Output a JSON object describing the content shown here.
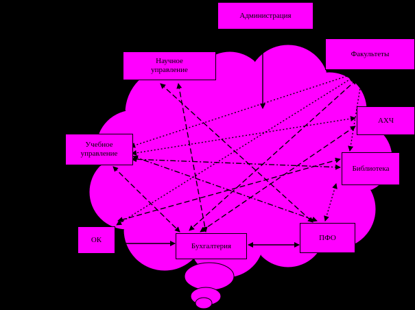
{
  "colors": {
    "background": "#000000",
    "cloud": "#ff00ff",
    "box": "#ff00ff",
    "line": "#000000",
    "text": "#000000"
  },
  "nodes": {
    "administration": "Администрация",
    "science": "Научное управление",
    "faculties": "Факультеты",
    "ahch": "АХЧ",
    "education": "Учебное управление",
    "library": "Библиотека",
    "ok": "ОК",
    "accounting": "Бухгалтерия",
    "pfo": "ПФО"
  },
  "connections": [
    {
      "from": "science",
      "to": "pfo",
      "style": "dashed"
    },
    {
      "from": "science",
      "to": "accounting",
      "style": "dashed"
    },
    {
      "from": "faculties",
      "to": "education",
      "style": "dotted"
    },
    {
      "from": "faculties",
      "to": "ok",
      "style": "dotted"
    },
    {
      "from": "faculties",
      "to": "accounting",
      "style": "dashed"
    },
    {
      "from": "faculties",
      "to": "library",
      "style": "dotted"
    },
    {
      "from": "ahch",
      "to": "education",
      "style": "dotted"
    },
    {
      "from": "ahch",
      "to": "accounting",
      "style": "dashed"
    },
    {
      "from": "education",
      "to": "pfo",
      "style": "dashdot"
    },
    {
      "from": "education",
      "to": "accounting",
      "style": "dashed"
    },
    {
      "from": "library",
      "to": "ok",
      "style": "dashed"
    },
    {
      "from": "library",
      "to": "education",
      "style": "dashdot"
    },
    {
      "from": "library",
      "to": "pfo",
      "style": "dotted"
    },
    {
      "from": "ok",
      "to": "accounting",
      "style": "solid"
    },
    {
      "from": "accounting",
      "to": "pfo",
      "style": "solid"
    },
    {
      "from": "administration",
      "to": "cloud",
      "style": "solid"
    }
  ]
}
